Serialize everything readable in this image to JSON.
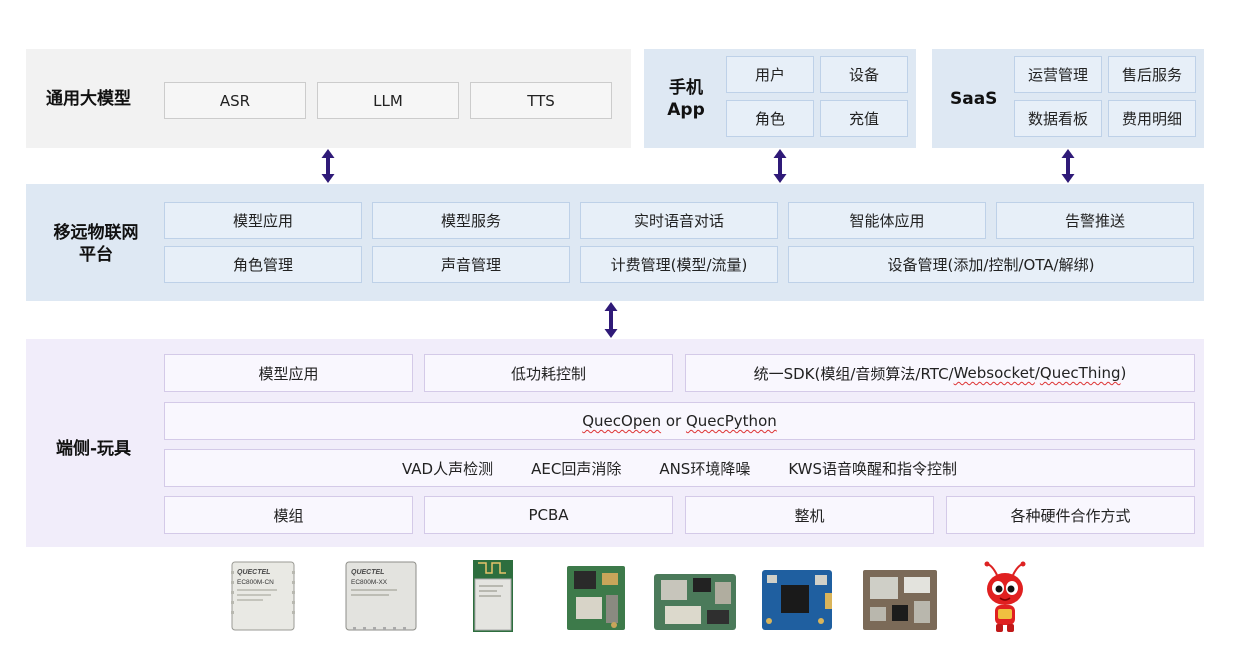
{
  "foundation_models": {
    "title": "通用大模型",
    "items": [
      "ASR",
      "LLM",
      "TTS"
    ]
  },
  "mobile_app": {
    "title_line1": "手机",
    "title_line2": "App",
    "items": [
      "用户",
      "设备",
      "角色",
      "充值"
    ]
  },
  "saas": {
    "title": "SaaS",
    "items": [
      "运营管理",
      "售后服务",
      "数据看板",
      "费用明细"
    ]
  },
  "platform": {
    "title_line1": "移远物联网",
    "title_line2": "平台",
    "row1": [
      "模型应用",
      "模型服务",
      "实时语音对话",
      "智能体应用",
      "告警推送"
    ],
    "row2": [
      "角色管理",
      "声音管理",
      "计费管理(模型/流量)",
      "设备管理(添加/控制/OTA/解绑)"
    ]
  },
  "device_side": {
    "title": "端侧-玩具",
    "row1": {
      "item1": "模型应用",
      "item2": "低功耗控制",
      "sdk_prefix": "统一SDK(模组/音频算法/RTC/",
      "sdk_websocket": "Websocket",
      "sdk_sep": "/",
      "sdk_quecthing": "QuecThing",
      "sdk_suffix": ")"
    },
    "row2": {
      "quecopen": "QuecOpen",
      "or": " or ",
      "quecpython": "QuecPython"
    },
    "row3": [
      "VAD人声检测",
      "AEC回声消除",
      "ANS环境降噪",
      "KWS语音唤醒和指令控制"
    ],
    "row4": [
      "模组",
      "PCBA",
      "整机",
      "各种硬件合作方式"
    ]
  },
  "product_images": {
    "module1_brand": "QUECTEL",
    "module1_model": "EC800M-CN",
    "module2_brand": "QUECTEL",
    "module2_model": "EC800M-XX"
  },
  "colors": {
    "arrow": "#2f1a78",
    "panel_grey": "#f2f2f2",
    "panel_blue": "#dee8f3",
    "panel_lavender": "#f1edfa"
  }
}
